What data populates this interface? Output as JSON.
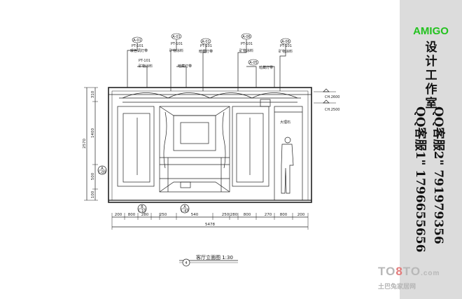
{
  "drawing": {
    "title": "客厅立面图 1:30",
    "title_number": "4",
    "dimensions_bottom": [
      "200",
      "800",
      "280",
      "250",
      "540",
      "250",
      "280",
      "800",
      "270",
      "800",
      "200"
    ],
    "overall_width": "5478",
    "dimensions_left": [
      "310",
      "1400",
      "500",
      "100"
    ],
    "overall_height": "2570",
    "section_markers": [
      {
        "letter": "A",
        "sheet": "L-09"
      },
      {
        "letter": "B",
        "sheet": "L-10"
      },
      {
        "letter": "A",
        "sheet": "L-43"
      }
    ],
    "level_marks": [
      "CH.2600",
      "CH.2500"
    ],
    "callout_tags": [
      "A-01",
      "A-01",
      "A-01",
      "A-06",
      "A-06",
      "A-05"
    ],
    "material_tags": [
      "PT-101",
      "PT-101",
      "PT-101",
      "PT-101",
      "PT-101",
      "PT-101"
    ],
    "notes": [
      "暖色调灯带",
      "矿物涂料",
      "暗藏灯带",
      "矿物涂料",
      "矿物涂料",
      "矿物涂料",
      "暗藏灯带",
      "暗藏灯带",
      "大理石"
    ]
  },
  "side_panel": {
    "brand": "AMIGO",
    "studio": "设计工作室",
    "qq_lines": [
      "QQ客服2\" 791979356",
      "QQ客服1\" 1796655656"
    ]
  },
  "watermark": {
    "logo_prefix": "TO",
    "logo_mid": "8",
    "logo_suffix": "TO",
    "logo_tld": ".com",
    "site": "土巴兔家居网"
  }
}
